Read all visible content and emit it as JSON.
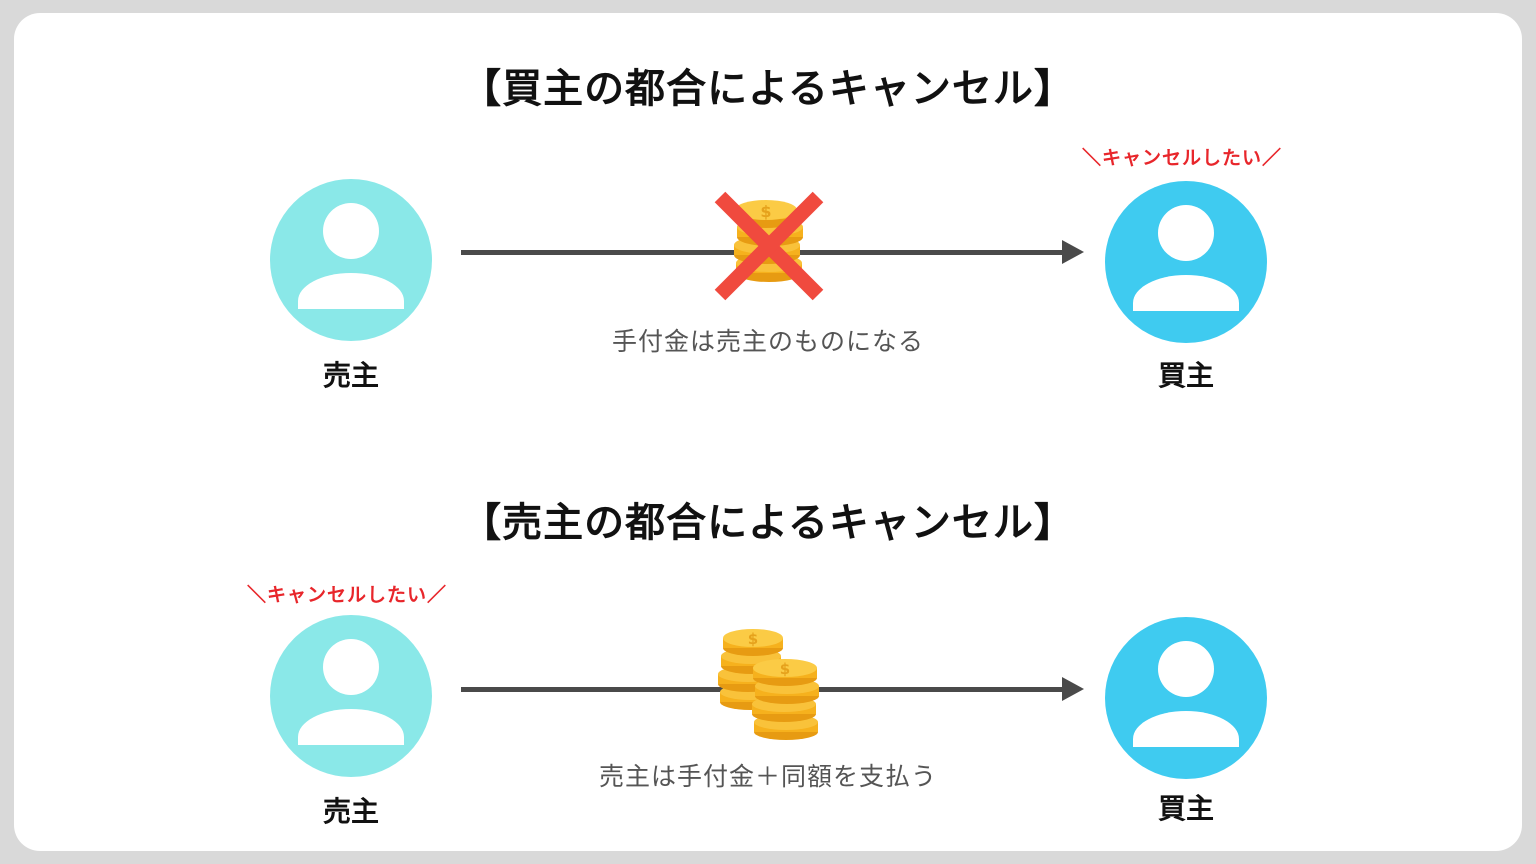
{
  "colors": {
    "seller": "#8ae8e8",
    "buyer": "#3fcbf0",
    "cross": "#f04a3e",
    "coin": "#f6b11d",
    "coin_dark": "#e79b12",
    "want": "#e8262b",
    "arrow": "#4a4a4a"
  },
  "sections": [
    {
      "title": "【買主の都合によるキャンセル】",
      "want_label": "＼キャンセルしたい／",
      "want_side": "buyer",
      "left_label": "売主",
      "right_label": "買主",
      "caption": "手付金は売主のものになる",
      "icon": "coins-crossed-icon"
    },
    {
      "title": "【売主の都合によるキャンセル】",
      "want_label": "＼キャンセルしたい／",
      "want_side": "seller",
      "left_label": "売主",
      "right_label": "買主",
      "caption": "売主は手付金＋同額を支払う",
      "icon": "double-coins-icon"
    }
  ]
}
